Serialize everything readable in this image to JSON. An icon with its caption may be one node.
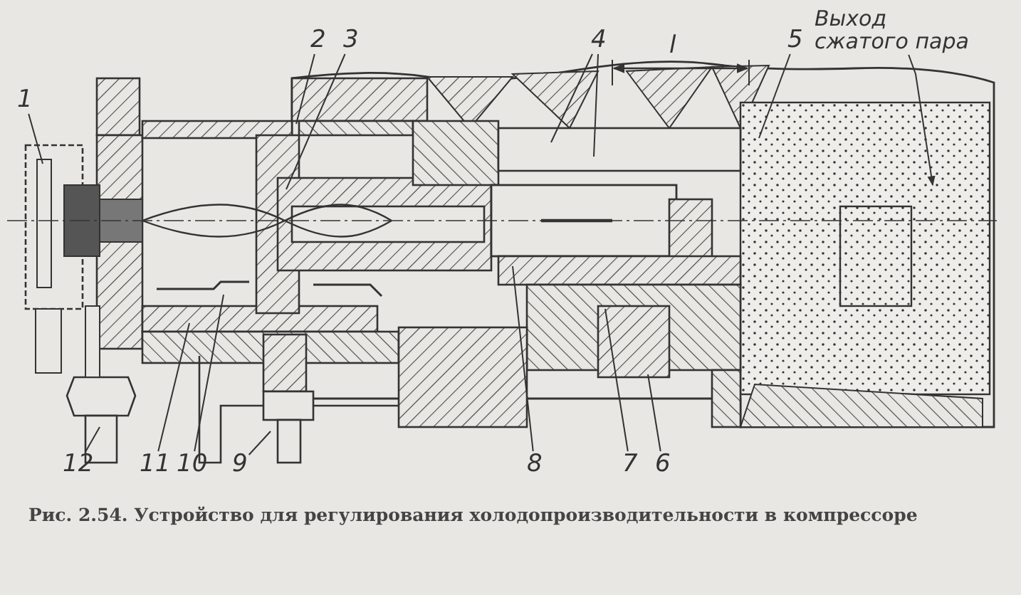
{
  "diagram": {
    "caption": "Рис. 2.54. Устройство для регулирования холодопроизводительности в компрессоре",
    "nodes": [
      {
        "text": [
          "1"
        ]
      },
      {
        "text": [
          "2"
        ]
      },
      {
        "text": [
          "3"
        ]
      },
      {
        "text": [
          "4"
        ]
      },
      {
        "text": [
          "5"
        ]
      },
      {
        "text": [
          "Выход сжатого пара"
        ]
      },
      {
        "text": [
          "12"
        ]
      },
      {
        "text": [
          "11"
        ]
      },
      {
        "text": [
          "10"
        ]
      },
      {
        "text": [
          "9"
        ]
      },
      {
        "text": [
          "8"
        ]
      },
      {
        "text": [
          "7"
        ]
      },
      {
        "text": [
          "6"
        ]
      }
    ],
    "edges": [
      {
        "from": 0,
        "to": null,
        "arrow": "none"
      },
      {
        "from": 1,
        "to": null,
        "arrow": "none"
      },
      {
        "from": 2,
        "to": null,
        "arrow": "none"
      },
      {
        "from": 3,
        "to": null,
        "arrow": "none"
      },
      {
        "from": 3,
        "to": null,
        "arrow": "none"
      },
      {
        "from": 4,
        "to": null,
        "arrow": "none"
      },
      {
        "from": 5,
        "to": null,
        "arrow": "to"
      },
      {
        "from": 6,
        "to": null,
        "arrow": "none"
      },
      {
        "from": 7,
        "to": null,
        "arrow": "none"
      },
      {
        "from": 8,
        "to": null,
        "arrow": "none"
      },
      {
        "from": 9,
        "to": null,
        "arrow": "none"
      },
      {
        "from": 10,
        "to": null,
        "arrow": "none"
      },
      {
        "from": 11,
        "to": null,
        "arrow": "none"
      },
      {
        "from": 12,
        "to": null,
        "arrow": "none"
      }
    ],
    "labels": [
      "l"
    ]
  }
}
